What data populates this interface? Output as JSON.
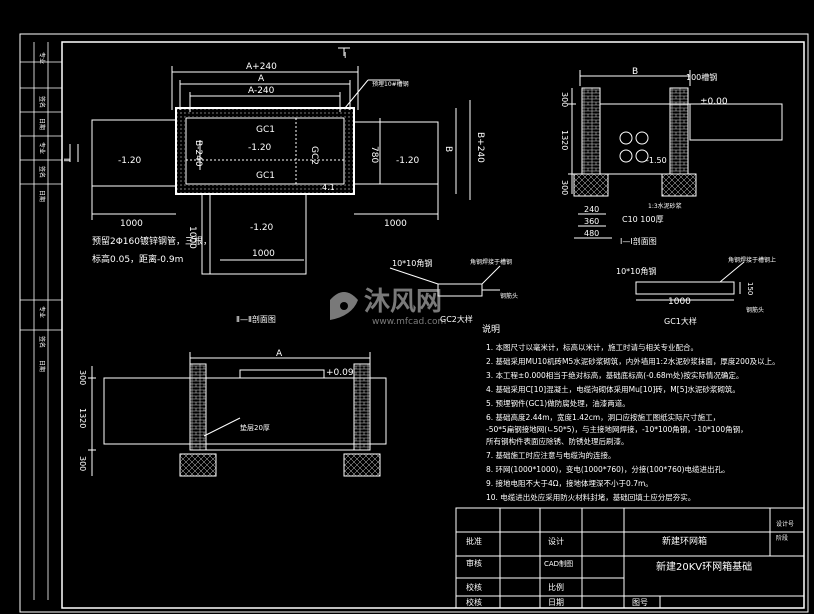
{
  "plan": {
    "dim_top1": "A+240",
    "dim_top2": "A",
    "dim_top3": "A-240",
    "label_gc1_top": "GC1",
    "label_gc1_bottom": "GC1",
    "label_gc2": "GC2",
    "label_b_minus": "B-240",
    "label_780": "780",
    "label_b": "B",
    "label_b_plus": "B+240",
    "elev_center": "-1.20",
    "elev_left": "-1.20",
    "elev_right": "-1.20",
    "elev_bottom": "-1.20",
    "dim_left_1000": "1000",
    "dim_right_1000": "1000",
    "dim_bottom_1000": "1000",
    "dim_vert_1000": "1000",
    "label_tl": "4.1",
    "section_mark_top": "Ⅰ",
    "section_mark_left": "Ⅱ",
    "note_top": "预埋10#槽钢",
    "note_pipe_1": "预留2Φ160镀锌钢管，三根，",
    "note_pipe_2": "标高0.05，距离-0.9m"
  },
  "section1": {
    "dim_b": "B",
    "dim_100": "100槽钢",
    "elev_top": "±0.00",
    "elev_pipe": "-1.50",
    "dim_300_top": "300",
    "dim_1320": "1320",
    "dim_300_bot": "300",
    "dim_240": "240",
    "dim_360": "360",
    "dim_480": "480",
    "label_c10": "C10 100厚",
    "label_side": "1:3水泥砂浆",
    "title": "Ⅰ—Ⅰ剖面图"
  },
  "gc2": {
    "label_top": "10*10角钢",
    "note_right": "角钢焊接于槽钢",
    "note_right2": "钢筋头",
    "title": "GC2大样"
  },
  "gc1": {
    "label_top": "10*10角钢",
    "dim_1000": "1000",
    "dim_150": "150",
    "note_right": "角钢焊接于槽钢上",
    "note_right2": "钢筋头",
    "title": "GC1大样"
  },
  "section2": {
    "dim_a": "A",
    "elev_top": "+0.09",
    "dim_300_top": "300",
    "dim_1320": "1320",
    "dim_300_bot": "300",
    "label_slab": "垫层20厚",
    "title": "Ⅱ—Ⅱ剖面图"
  },
  "notes": {
    "heading": "说明",
    "items": [
      "1. 本图尺寸以毫米计，标高以米计，施工时请与相关专业配合。",
      "2. 基础采用MU10机砖M5水泥砂浆砌筑，内外墙用1:2水泥砂浆抹面，厚度200及以上。",
      "3. 本工程±0.000相当于绝对标高，基础底标高(-0.68m处)按实际情况确定。",
      "4. 基础采用C[10]混凝土，电缆沟砌体采用Mu[10]砖，M[5]水泥砂浆砌筑。",
      "5. 预埋钢件(GC1)做防腐处理，油漆两道。",
      "6. 基础高度2.44m，宽度1.42cm，洞口应按施工图纸实际尺寸施工，",
      "  -50*5扁钢接地网(∟50*5)，与主接地网焊接，-10*100角钢，-10*100角钢，",
      "  所有钢构件表面应除锈、防锈处理后刷漆。",
      "7. 基础施工时应注意与电缆沟的连接。",
      "8. 环网(1000*1000)，变电(1000*760)，分接(100*760)电缆进出孔。",
      "9. 接地电阻不大于4Ω，接地体埋深不小于0.7m。",
      "10. 电缆进出处应采用防火材料封堵，基础回填土应分层夯实。"
    ]
  },
  "title_block": {
    "row1_col1": "批准",
    "row1_col2": "设计",
    "row1_project": "新建环网箱",
    "row1_right_top": "设计号",
    "row1_right_bot": "阶段",
    "row2_col1": "审核",
    "row2_col2": "CAD制图",
    "row2_drawing": "新建20KV环网箱基础",
    "row3_col1": "校核",
    "row3_col2": "比例",
    "row4_col1": "校核",
    "row4_col2": "日期",
    "row4_right": "图号"
  },
  "sidebar": {
    "labels": [
      "专业",
      "签名",
      "日期",
      "专业",
      "签名",
      "日期",
      "专业",
      "签名",
      "日期"
    ]
  },
  "watermark": {
    "brand": "沐风网",
    "url": "www.mfcad.com"
  }
}
